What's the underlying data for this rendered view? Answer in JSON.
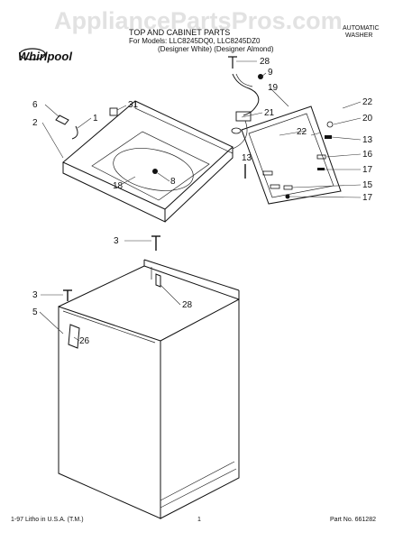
{
  "watermark": "AppliancePartsPros.com",
  "brand": "Whirlpool",
  "header": {
    "title_line1": "TOP AND CABINET PARTS",
    "title_line2": "For Models: LLC8245DQ0, LLC8245DZ0",
    "title_line3": "(Designer White)  (Designer Almond)",
    "type_line1": "AUTOMATIC",
    "type_line2": "WASHER"
  },
  "footer": {
    "left": "1-97 Litho in U.S.A. (T.M.)",
    "center": "1",
    "right": "Part No. 661282"
  },
  "callouts": [
    "28",
    "9",
    "19",
    "22",
    "20",
    "22",
    "13",
    "16",
    "17",
    "15",
    "17",
    "13",
    "21",
    "31",
    "6",
    "1",
    "2",
    "8",
    "18",
    "3",
    "28",
    "3",
    "5",
    "26"
  ]
}
